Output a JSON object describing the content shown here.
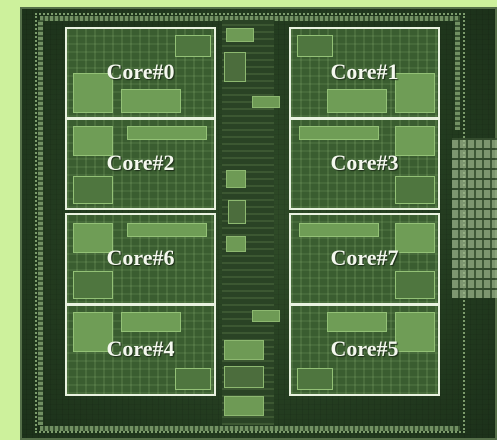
{
  "cores": [
    {
      "id": "core-0",
      "label": "Core#0"
    },
    {
      "id": "core-1",
      "label": "Core#1"
    },
    {
      "id": "core-2",
      "label": "Core#2"
    },
    {
      "id": "core-3",
      "label": "Core#3"
    },
    {
      "id": "core-6",
      "label": "Core#6"
    },
    {
      "id": "core-7",
      "label": "Core#7"
    },
    {
      "id": "core-4",
      "label": "Core#4"
    },
    {
      "id": "core-5",
      "label": "Core#5"
    }
  ],
  "colors": {
    "background": "#cdf19c",
    "die": "#243d20",
    "core_outline": "#e9f2e0",
    "label_text": "#f4f8ee"
  }
}
